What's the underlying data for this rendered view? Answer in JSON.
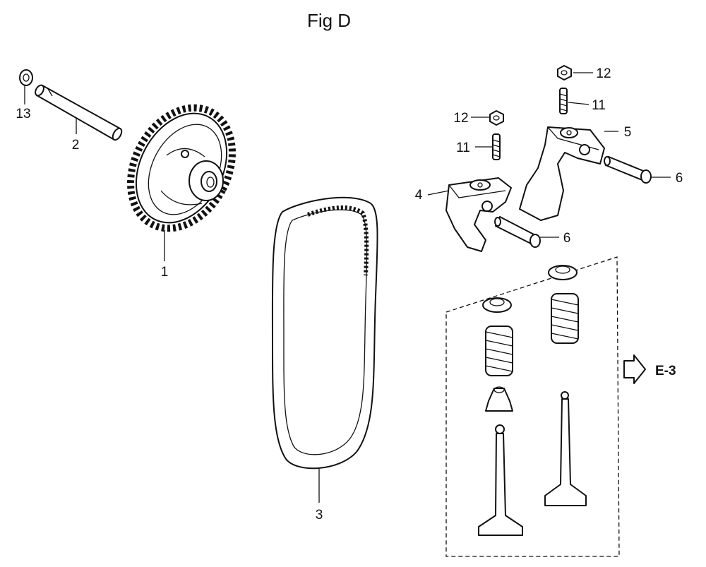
{
  "title": "Fig D",
  "callouts": {
    "p1": "1",
    "p2": "2",
    "p3": "3",
    "p4": "4",
    "p5": "5",
    "p6a": "6",
    "p6b": "6",
    "p11a": "11",
    "p11b": "11",
    "p12a": "12",
    "p12b": "12",
    "p13": "13"
  },
  "reference": {
    "label": "E-3"
  }
}
